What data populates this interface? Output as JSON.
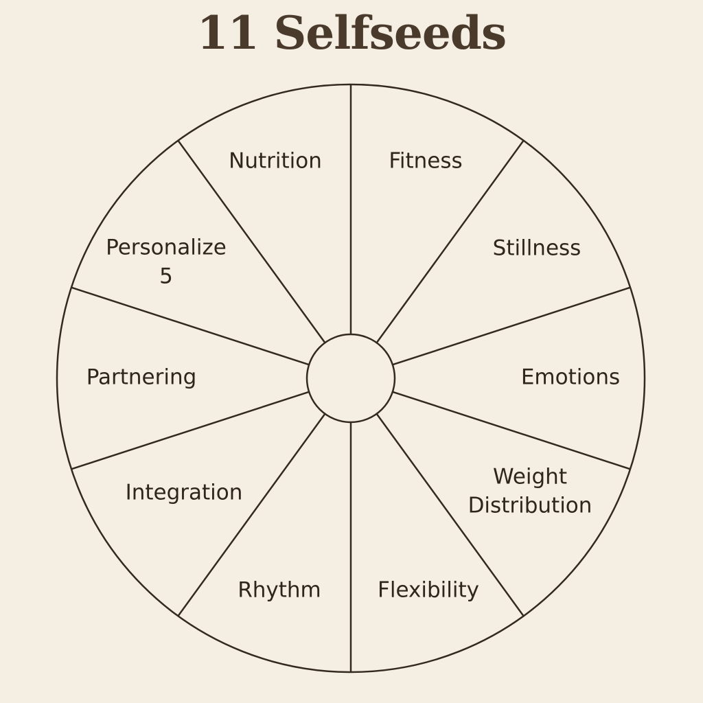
{
  "title": "11 Selfseeds",
  "colors": {
    "background": "#f4eee3",
    "line": "#33291f",
    "title": "#4a3a2c",
    "text": "#2e251c"
  },
  "segments": [
    {
      "name": "nutrition",
      "lines": [
        "Nutrition"
      ]
    },
    {
      "name": "fitness",
      "lines": [
        "Fitness"
      ]
    },
    {
      "name": "stillness",
      "lines": [
        "Stillness"
      ]
    },
    {
      "name": "emotions",
      "lines": [
        "Emotions"
      ]
    },
    {
      "name": "weight-distribution",
      "lines": [
        "Weight",
        "Distribution"
      ]
    },
    {
      "name": "flexibility",
      "lines": [
        "Flexibility"
      ]
    },
    {
      "name": "rhythm",
      "lines": [
        "Rhythm"
      ]
    },
    {
      "name": "integration",
      "lines": [
        "Integration"
      ]
    },
    {
      "name": "partnering",
      "lines": [
        "Partnering"
      ]
    },
    {
      "name": "personalize-5",
      "lines": [
        "Personalize",
        "5"
      ]
    }
  ]
}
